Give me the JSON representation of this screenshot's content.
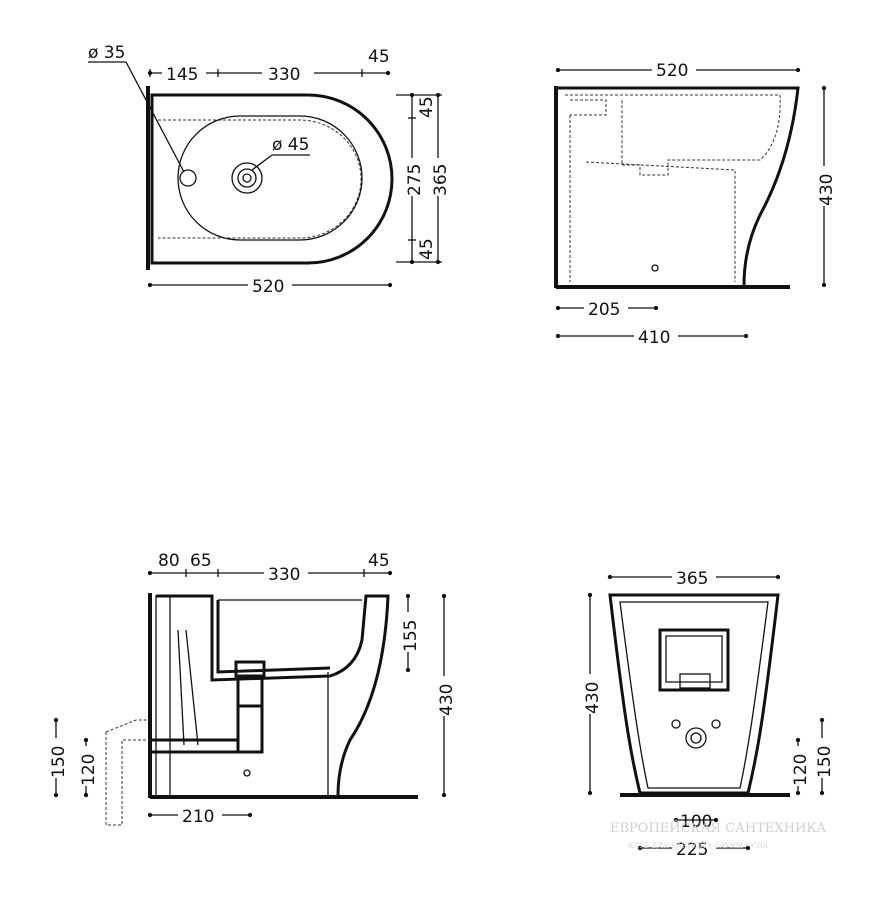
{
  "top_view": {
    "dia_hole": "ø 35",
    "dia_drain": "ø 45",
    "dim_top": [
      "145",
      "330",
      "45"
    ],
    "dim_bottom": "520",
    "dim_right_inner": [
      "45",
      "275",
      "45"
    ],
    "dim_right_outer": "365"
  },
  "side_view": {
    "dim_top": "520",
    "dim_right": "430",
    "dim_bottom": [
      "205",
      "410"
    ]
  },
  "section_view": {
    "dim_top": [
      "80",
      "65",
      "330",
      "45"
    ],
    "dim_right": [
      "155",
      "430"
    ],
    "dim_left": [
      "150",
      "120"
    ],
    "dim_bottom": "210"
  },
  "rear_view": {
    "dim_top": "365",
    "dim_left": "430",
    "dim_right": [
      "120",
      "150"
    ],
    "dim_bottom": [
      "100",
      "225"
    ]
  },
  "watermark": {
    "title": "ЕВРОПЕЙСКАЯ САНТЕХНИКА",
    "subtitle": "КЛУБ ДЛЯ ВАННОЙ • САУНЫ • СПА"
  }
}
